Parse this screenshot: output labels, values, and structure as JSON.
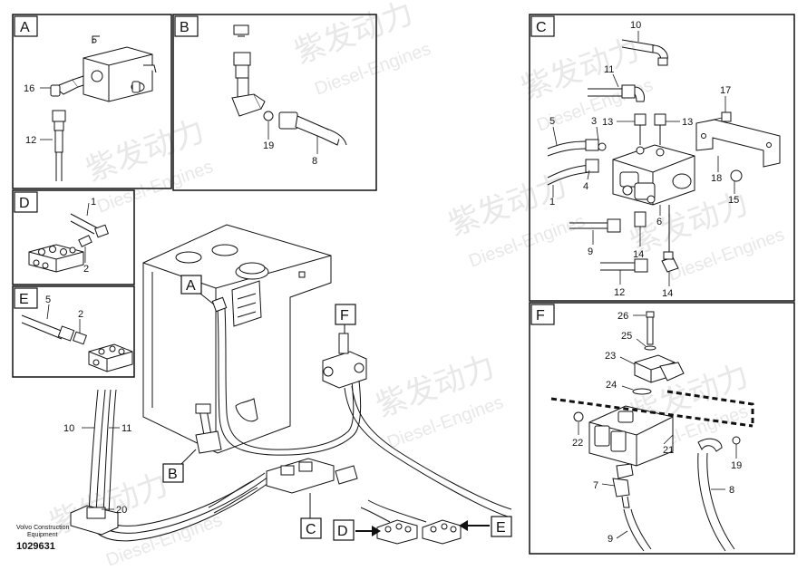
{
  "watermark": {
    "cn": "紫发动力",
    "en": "Diesel-Engines"
  },
  "credit": {
    "line1": "Volvo Construction",
    "line2": "Equipment",
    "part_number": "1029631"
  },
  "panels": {
    "A": {
      "letter": "A",
      "labels": {
        "p16": "16",
        "p12": "12"
      }
    },
    "B": {
      "letter": "B",
      "labels": {
        "p19": "19",
        "p8": "8"
      }
    },
    "C": {
      "letter": "C",
      "labels": {
        "p10": "10",
        "p11": "11",
        "p5": "5",
        "p3": "3",
        "p13a": "13",
        "p13b": "13",
        "p13c": "13",
        "p17": "17",
        "p18": "18",
        "p15": "15",
        "p1": "1",
        "p4": "4",
        "p6": "6",
        "p9": "9",
        "p14a": "14",
        "p14b": "14",
        "p12": "12"
      }
    },
    "D": {
      "letter": "D",
      "labels": {
        "p1": "1",
        "p2": "2"
      }
    },
    "E": {
      "letter": "E",
      "labels": {
        "p5": "5",
        "p2": "2"
      }
    },
    "F": {
      "letter": "F",
      "labels": {
        "p26": "26",
        "p25": "25",
        "p23": "23",
        "p24": "24",
        "p22": "22",
        "p21": "21",
        "p19": "19",
        "p7": "7",
        "p8": "8",
        "p9": "9"
      }
    }
  },
  "main": {
    "callouts": {
      "A": "A",
      "B": "B",
      "C": "C",
      "D": "D",
      "E": "E",
      "F": "F"
    },
    "labels": {
      "p10": "10",
      "p11": "11",
      "p20": "20"
    }
  }
}
